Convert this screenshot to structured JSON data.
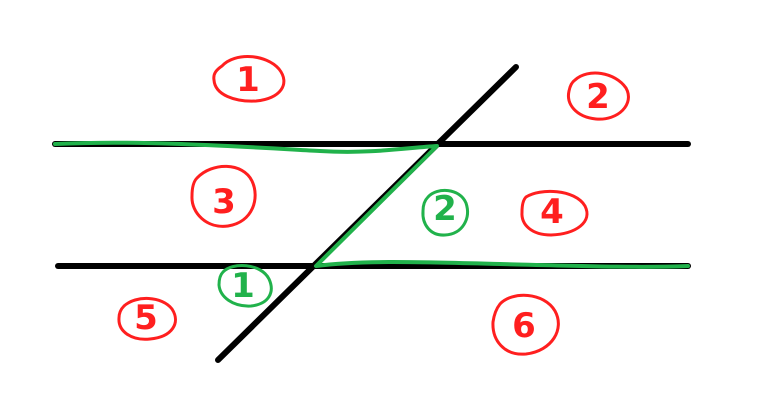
{
  "diagram": {
    "region_labels": [
      {
        "id": "region-1",
        "text": "1",
        "color": "#ff1f1f"
      },
      {
        "id": "region-2",
        "text": "2",
        "color": "#ff1f1f"
      },
      {
        "id": "region-3",
        "text": "3",
        "color": "#ff1f1f"
      },
      {
        "id": "region-4",
        "text": "4",
        "color": "#ff1f1f"
      },
      {
        "id": "region-5",
        "text": "5",
        "color": "#ff1f1f"
      },
      {
        "id": "region-6",
        "text": "6",
        "color": "#ff1f1f"
      }
    ],
    "angle_labels": [
      {
        "id": "angle-1",
        "text": "1",
        "color": "#21b24b"
      },
      {
        "id": "angle-2",
        "text": "2",
        "color": "#21b24b"
      }
    ],
    "colors": {
      "line_black": "#000000",
      "highlight_green": "#21b24b",
      "label_red": "#ff1f1f"
    }
  }
}
